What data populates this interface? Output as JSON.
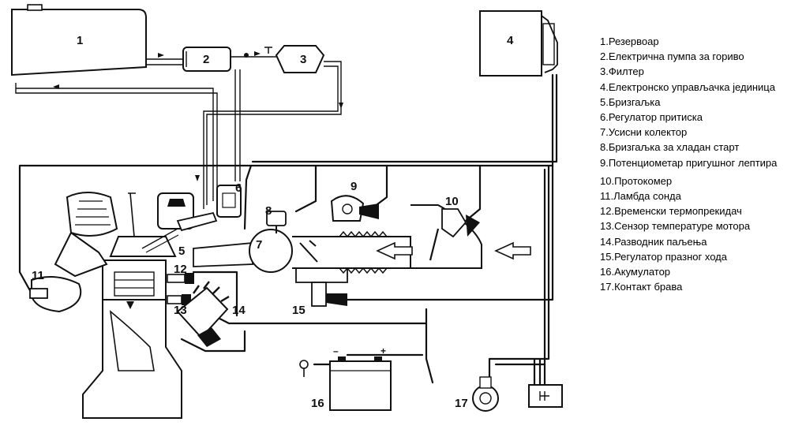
{
  "diagram": {
    "labels": [
      "1",
      "2",
      "3",
      "4",
      "5",
      "6",
      "7",
      "8",
      "9",
      "10",
      "11",
      "12",
      "13",
      "14",
      "15",
      "16",
      "17"
    ],
    "battery_minus": "–",
    "battery_plus": "+"
  },
  "legend": [
    "1.Резервоар",
    "2.Електрична пумпа за гориво",
    "3.Филтер",
    "4.Електронско управљачка јединица",
    "5.Бризгаљка",
    "6.Регулатор притиска",
    "7.Усисни колектор",
    "8.Бризгаљка за хладан старт",
    "9.Потенциометар пригушног лептира",
    "10.Протокомер",
    "11.Ламбда сонда",
    "12.Временски термопрекидач",
    "13.Сензор температуре мотора",
    "14.Разводник паљења",
    "15.Регулатор празног хода",
    "16.Акумулатор",
    "17.Контакт брава"
  ]
}
